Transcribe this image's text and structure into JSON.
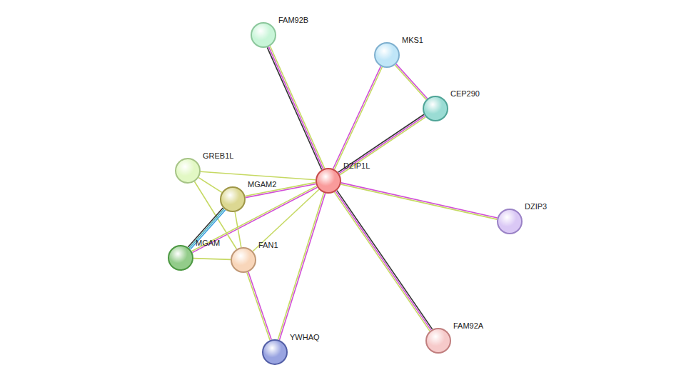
{
  "diagram": {
    "nodes": [
      {
        "text": [
          "FAM92B"
        ]
      },
      {
        "text": [
          "MKS1"
        ]
      },
      {
        "text": [
          "CEP290"
        ]
      },
      {
        "text": [
          "GREB1L"
        ]
      },
      {
        "text": [
          "DZIP1L"
        ]
      },
      {
        "text": [
          "MGAM2"
        ]
      },
      {
        "text": [
          "DZIP3"
        ]
      },
      {
        "text": [
          "MGAM"
        ]
      },
      {
        "text": [
          "FAN1"
        ]
      },
      {
        "text": [
          "YWHAQ"
        ]
      },
      {
        "text": [
          "FAM92A"
        ]
      }
    ],
    "edges": [
      {
        "from": 4,
        "to": 0,
        "arrow": "none"
      },
      {
        "from": 4,
        "to": 1,
        "arrow": "none"
      },
      {
        "from": 1,
        "to": 2,
        "arrow": "none"
      },
      {
        "from": 4,
        "to": 2,
        "arrow": "none"
      },
      {
        "from": 4,
        "to": 3,
        "arrow": "none"
      },
      {
        "from": 4,
        "to": 5,
        "arrow": "none"
      },
      {
        "from": 4,
        "to": 6,
        "arrow": "none"
      },
      {
        "from": 4,
        "to": 7,
        "arrow": "none"
      },
      {
        "from": 4,
        "to": 8,
        "arrow": "none"
      },
      {
        "from": 4,
        "to": 9,
        "arrow": "none"
      },
      {
        "from": 4,
        "to": 10,
        "arrow": "none"
      },
      {
        "from": 3,
        "to": 5,
        "arrow": "none"
      },
      {
        "from": 3,
        "to": 8,
        "arrow": "none"
      },
      {
        "from": 5,
        "to": 7,
        "arrow": "none"
      },
      {
        "from": 5,
        "to": 8,
        "arrow": "none"
      },
      {
        "from": 7,
        "to": 8,
        "arrow": "none"
      },
      {
        "from": 8,
        "to": 9,
        "arrow": "none"
      }
    ]
  }
}
